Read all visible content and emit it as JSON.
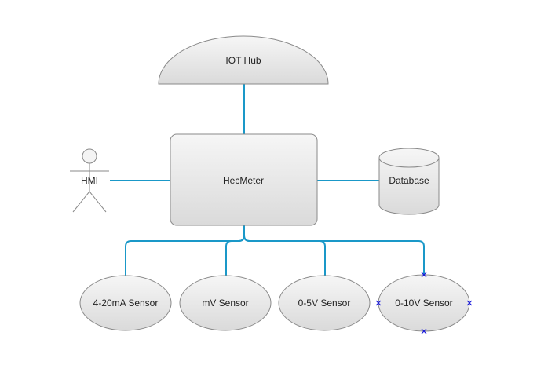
{
  "diagram": {
    "colors": {
      "connector": "#1a98c8",
      "shape_stroke": "#8a8a8a",
      "shape_fill_top": "#f6f6f6",
      "shape_fill_bottom": "#dadada",
      "selection_marker": "#1a1adc",
      "text": "#222222"
    },
    "nodes": {
      "iot_hub": {
        "label": "IOT Hub",
        "shape": "half-ellipse"
      },
      "hecmeter": {
        "label": "HecMeter",
        "shape": "rounded-rectangle"
      },
      "hmi": {
        "label": "HMI",
        "shape": "actor"
      },
      "database": {
        "label": "Database",
        "shape": "cylinder"
      },
      "sensor_4_20ma": {
        "label": "4-20mA Sensor",
        "shape": "ellipse"
      },
      "sensor_mv": {
        "label": "mV Sensor",
        "shape": "ellipse"
      },
      "sensor_0_5v": {
        "label": "0-5V Sensor",
        "shape": "ellipse"
      },
      "sensor_0_10v": {
        "label": "0-10V Sensor",
        "shape": "ellipse",
        "selected": true
      }
    },
    "edges": [
      {
        "from": "iot_hub",
        "to": "hecmeter"
      },
      {
        "from": "hmi",
        "to": "hecmeter"
      },
      {
        "from": "hecmeter",
        "to": "database"
      },
      {
        "from": "hecmeter",
        "to": "sensor_4_20ma"
      },
      {
        "from": "hecmeter",
        "to": "sensor_mv"
      },
      {
        "from": "hecmeter",
        "to": "sensor_0_5v"
      },
      {
        "from": "hecmeter",
        "to": "sensor_0_10v"
      }
    ]
  }
}
